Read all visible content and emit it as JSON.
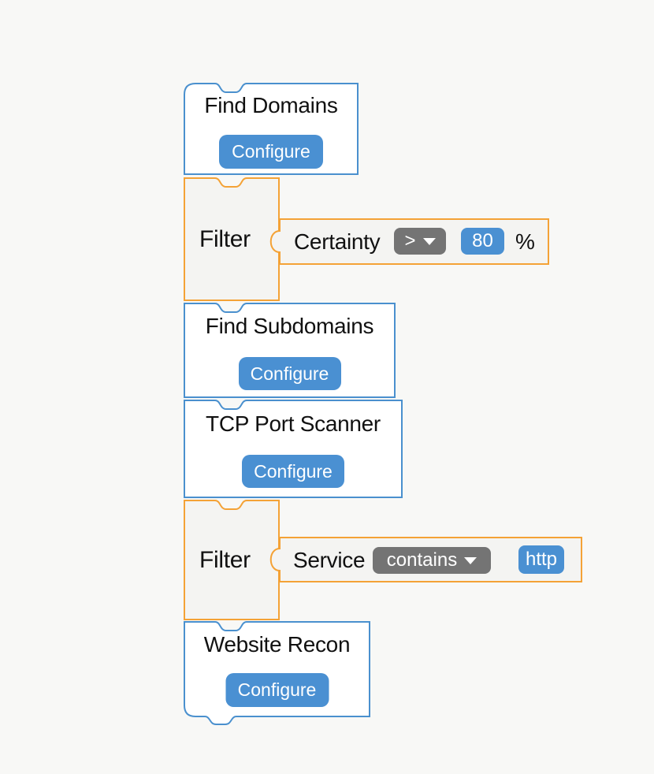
{
  "colors": {
    "page_bg": "#f8f8f6",
    "tool_block_border": "#4a90ce",
    "tool_block_bg": "#ffffff",
    "filter_block_border": "#f4a236",
    "filter_block_bg": "#f4f4f2",
    "button_bg": "#4a90d2",
    "dropdown_bg": "#747474",
    "text": "#111111"
  },
  "blocks": {
    "find_domains": {
      "title": "Find Domains",
      "button": "Configure"
    },
    "filter_certainty": {
      "label": "Filter",
      "field": "Certainty",
      "operator": ">",
      "value": "80",
      "unit": "%"
    },
    "find_subdomains": {
      "title": "Find Subdomains",
      "button": "Configure"
    },
    "tcp_port_scanner": {
      "title": "TCP Port Scanner",
      "button": "Configure"
    },
    "filter_service": {
      "label": "Filter",
      "field": "Service",
      "operator": "contains",
      "value": "http"
    },
    "website_recon": {
      "title": "Website Recon",
      "button": "Configure"
    }
  }
}
